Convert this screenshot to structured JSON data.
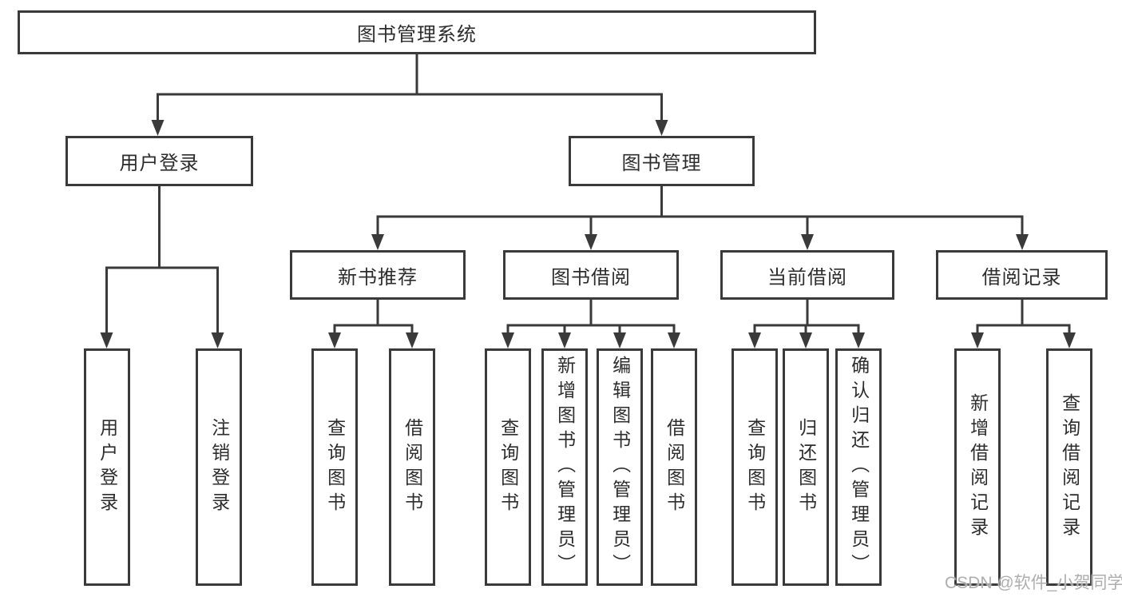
{
  "diagram": {
    "title": "图书管理系统",
    "colors": {
      "line": "#3a3a3a",
      "text": "#2d2d2d",
      "background": "#ffffff",
      "watermark": "#aeaeae"
    },
    "root": {
      "label": "图书管理系统",
      "children": [
        {
          "label": "用户登录",
          "children": [
            {
              "label": "用户登录"
            },
            {
              "label": "注销登录"
            }
          ]
        },
        {
          "label": "图书管理",
          "children": [
            {
              "label": "新书推荐",
              "children": [
                {
                  "label": "查询图书"
                },
                {
                  "label": "借阅图书"
                }
              ]
            },
            {
              "label": "图书借阅",
              "children": [
                {
                  "label": "查询图书"
                },
                {
                  "label": "新增图书（管理员）"
                },
                {
                  "label": "编辑图书（管理员）"
                },
                {
                  "label": "借阅图书"
                }
              ]
            },
            {
              "label": "当前借阅",
              "children": [
                {
                  "label": "查询图书"
                },
                {
                  "label": "归还图书"
                },
                {
                  "label": "确认归还（管理员）"
                }
              ]
            },
            {
              "label": "借阅记录",
              "children": [
                {
                  "label": "新增借阅记录"
                },
                {
                  "label": "查询借阅记录"
                }
              ]
            }
          ]
        }
      ]
    }
  },
  "watermark": {
    "text": "CSDN @软件_小贺同学"
  }
}
